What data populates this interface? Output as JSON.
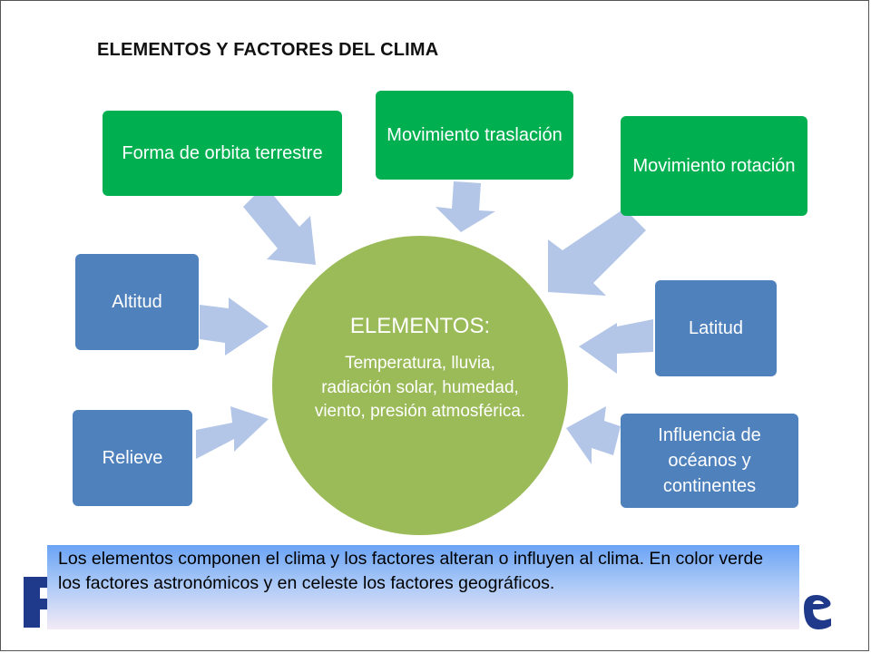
{
  "title": "ELEMENTOS Y FACTORES DEL CLIMA",
  "center": {
    "heading": "ELEMENTOS:",
    "body": "Temperatura, lluvia, radiación solar, humedad, viento, presión atmosférica."
  },
  "factors": {
    "orbita": "Forma de orbita terrestre",
    "traslacion": "Movimiento traslación",
    "rotacion": "Movimiento rotación",
    "altitud": "Altitud",
    "latitud": "Latitud",
    "relieve": "Relieve",
    "oceanos": "Influencia de océanos y continentes"
  },
  "note": "Los elementos componen el clima y los factores alteran o influyen al clima. En color verde los factores astronómicos y en celeste los factores geográficos.",
  "colors": {
    "astronomical": "#00b050",
    "geographic": "#4f81bd",
    "center": "#9bbb59",
    "arrow": "#b4c6e7"
  }
}
